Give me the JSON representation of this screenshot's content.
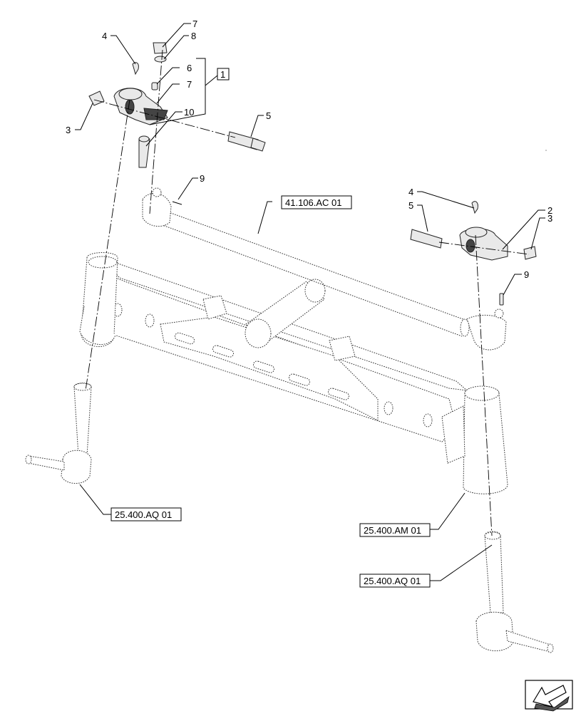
{
  "callouts": {
    "c7a": "7",
    "c8": "8",
    "c4a": "4",
    "c6": "6",
    "c7b": "7",
    "c10": "10",
    "c3a": "3",
    "c5a": "5",
    "c1": "1",
    "c9a": "9",
    "c4b": "4",
    "c5b": "5",
    "c2": "2",
    "c3b": "3",
    "c9b": "9"
  },
  "references": {
    "tie_rod": "41.106.AC 01",
    "spindle_left": "25.400.AQ 01",
    "axle": "25.400.AM 01",
    "spindle_right": "25.400.AQ 01"
  },
  "colors": {
    "line": "#000000",
    "part_outline": "#333333",
    "background": "#ffffff"
  },
  "icons": {
    "orientation": "arrow-icon"
  }
}
